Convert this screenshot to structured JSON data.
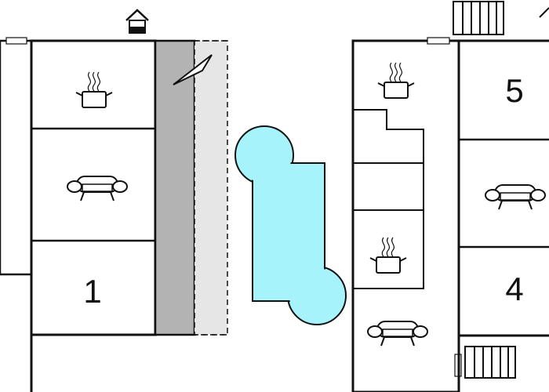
{
  "floor_plan": {
    "colors": {
      "wall": "#111111",
      "pool": "#a6f3fb",
      "terrace_dark": "#b3b3b3",
      "terrace_light": "#e6e6e6",
      "fill": "#ffffff"
    },
    "units": [
      {
        "label": "1"
      },
      {
        "label": "5"
      },
      {
        "label": "4"
      }
    ],
    "icons": [
      "entrance-icon",
      "kitchen-pot-icon",
      "sofa-icon",
      "stairs-icon",
      "north-arrow-icon",
      "pool"
    ]
  }
}
